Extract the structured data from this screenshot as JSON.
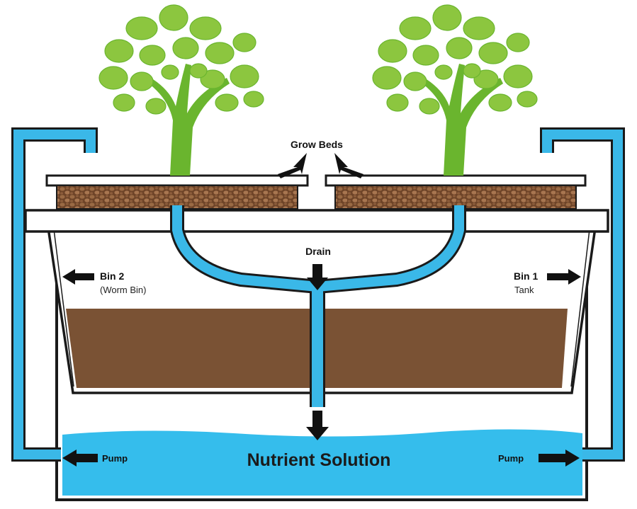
{
  "labels": {
    "grow_beds": "Grow Beds",
    "drain": "Drain",
    "bin2_title": "Bin 2",
    "bin2_sub": "(Worm Bin)",
    "bin1_title": "Bin 1",
    "bin1_sub": "Tank",
    "pump_left": "Pump",
    "pump_right": "Pump",
    "nutrient_solution": "Nutrient Solution"
  },
  "colors": {
    "pipe": "#3ab8e8",
    "water": "#35bdec",
    "soil": "#7a5234",
    "clay_pebbles": "#8a5a38",
    "leaf": "#8cc63f",
    "trunk": "#6ab52e",
    "outline": "#1a1a1a",
    "arrow": "#111111"
  },
  "icons": {
    "tree_left": "tree-icon",
    "tree_right": "tree-icon",
    "arrows": "arrow-icon"
  }
}
